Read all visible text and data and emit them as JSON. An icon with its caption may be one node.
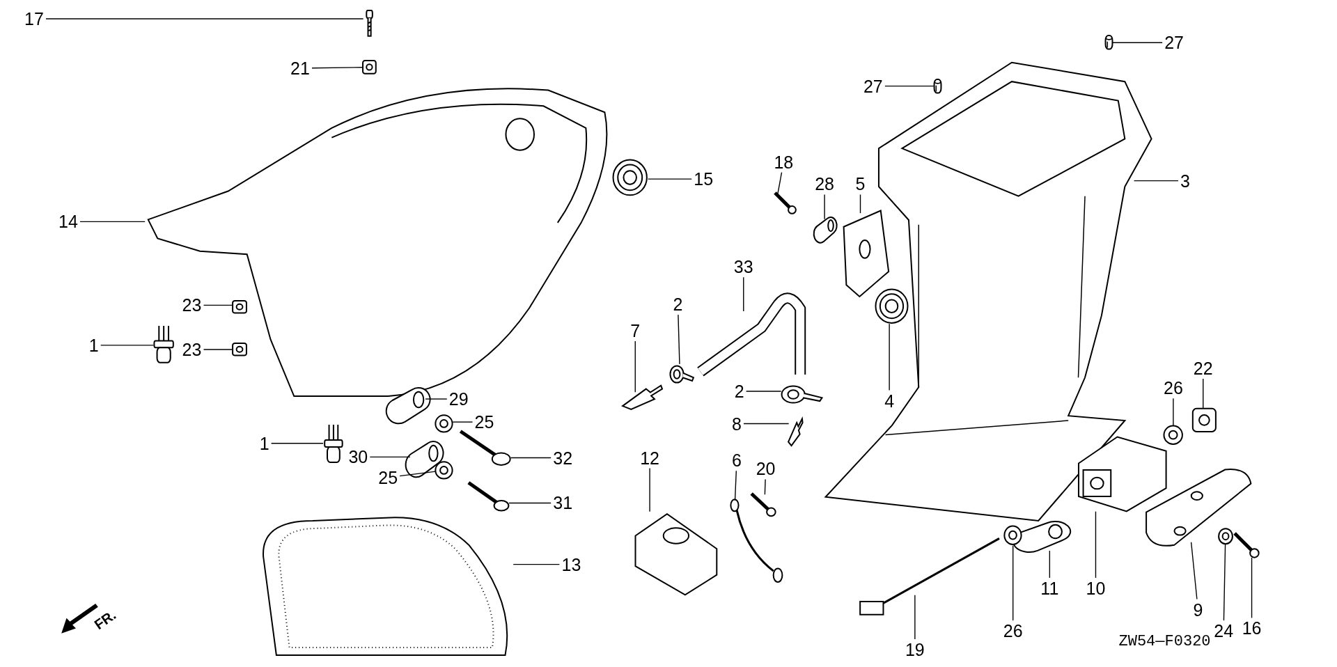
{
  "diagram": {
    "nodes": [
      {
        "text": [
          "17"
        ]
      },
      {
        "text": [],
        "shape": "picture"
      },
      {
        "text": [
          "27"
        ]
      },
      {
        "text": [],
        "shape": "picture"
      },
      {
        "text": [
          "21"
        ]
      },
      {
        "text": [],
        "shape": "picture"
      },
      {
        "text": [
          "27"
        ]
      },
      {
        "text": [],
        "shape": "picture"
      },
      {
        "text": [
          "15"
        ]
      },
      {
        "text": [],
        "shape": "picture"
      },
      {
        "text": [
          "3"
        ]
      },
      {
        "text": [],
        "shape": "picture"
      },
      {
        "text": [
          "14"
        ]
      },
      {
        "text": [],
        "shape": "picture"
      },
      {
        "text": [
          "18"
        ]
      },
      {
        "text": [],
        "shape": "picture"
      },
      {
        "text": [
          "28"
        ]
      },
      {
        "text": [],
        "shape": "picture"
      },
      {
        "text": [
          "5"
        ]
      },
      {
        "text": [],
        "shape": "picture"
      },
      {
        "text": [
          "33"
        ]
      },
      {
        "text": [],
        "shape": "picture"
      },
      {
        "text": [
          "23"
        ]
      },
      {
        "text": [],
        "shape": "picture"
      },
      {
        "text": [
          "2"
        ]
      },
      {
        "text": [],
        "shape": "picture"
      },
      {
        "text": [
          "7"
        ]
      },
      {
        "text": [],
        "shape": "picture"
      },
      {
        "text": [
          "1"
        ]
      },
      {
        "text": [],
        "shape": "picture"
      },
      {
        "text": [
          "23"
        ]
      },
      {
        "text": [],
        "shape": "picture"
      },
      {
        "text": [
          "4"
        ]
      },
      {
        "text": [],
        "shape": "picture"
      },
      {
        "text": [
          "26"
        ]
      },
      {
        "text": [],
        "shape": "picture"
      },
      {
        "text": [
          "22"
        ]
      },
      {
        "text": [],
        "shape": "picture"
      },
      {
        "text": [
          "2"
        ]
      },
      {
        "text": [],
        "shape": "picture"
      },
      {
        "text": [
          "29"
        ]
      },
      {
        "text": [],
        "shape": "picture"
      },
      {
        "text": [
          "25"
        ]
      },
      {
        "text": [],
        "shape": "picture"
      },
      {
        "text": [
          "8"
        ]
      },
      {
        "text": [],
        "shape": "picture"
      },
      {
        "text": [
          "1"
        ]
      },
      {
        "text": [],
        "shape": "picture"
      },
      {
        "text": [
          "30"
        ]
      },
      {
        "text": [],
        "shape": "picture"
      },
      {
        "text": [
          "32"
        ]
      },
      {
        "text": [],
        "shape": "picture"
      },
      {
        "text": [
          "12"
        ]
      },
      {
        "text": [],
        "shape": "picture"
      },
      {
        "text": [
          "6"
        ]
      },
      {
        "text": [],
        "shape": "picture"
      },
      {
        "text": [
          "20"
        ]
      },
      {
        "text": [],
        "shape": "picture"
      },
      {
        "text": [
          "25"
        ]
      },
      {
        "text": [],
        "shape": "picture"
      },
      {
        "text": [
          "31"
        ]
      },
      {
        "text": [],
        "shape": "picture"
      },
      {
        "text": [
          "13"
        ]
      },
      {
        "text": [],
        "shape": "picture"
      },
      {
        "text": [
          "10"
        ]
      },
      {
        "text": [],
        "shape": "picture"
      },
      {
        "text": [
          "11"
        ]
      },
      {
        "text": [],
        "shape": "picture"
      },
      {
        "text": [
          "26"
        ]
      },
      {
        "text": [],
        "shape": "picture"
      },
      {
        "text": [
          "9"
        ]
      },
      {
        "text": [],
        "shape": "picture"
      },
      {
        "text": [
          "24"
        ]
      },
      {
        "text": [],
        "shape": "picture"
      },
      {
        "text": [
          "16"
        ]
      },
      {
        "text": [],
        "shape": "picture"
      },
      {
        "text": [
          "19"
        ]
      },
      {
        "text": [],
        "shape": "picture"
      }
    ],
    "edges": [
      {
        "from": 0,
        "to": 1,
        "arrow": "none"
      },
      {
        "from": 2,
        "to": 3,
        "arrow": "none"
      },
      {
        "from": 4,
        "to": 5,
        "arrow": "none"
      },
      {
        "from": 6,
        "to": 7,
        "arrow": "none"
      },
      {
        "from": 8,
        "to": 9,
        "arrow": "none"
      },
      {
        "from": 10,
        "to": 11,
        "arrow": "none"
      },
      {
        "from": 12,
        "to": 13,
        "arrow": "none"
      },
      {
        "from": 14,
        "to": 15,
        "arrow": "none"
      },
      {
        "from": 16,
        "to": 17,
        "arrow": "none"
      },
      {
        "from": 18,
        "to": 19,
        "arrow": "none"
      },
      {
        "from": 20,
        "to": 21,
        "arrow": "none"
      },
      {
        "from": 22,
        "to": 23,
        "arrow": "none"
      },
      {
        "from": 24,
        "to": 25,
        "arrow": "none"
      },
      {
        "from": 26,
        "to": 27,
        "arrow": "none"
      },
      {
        "from": 28,
        "to": 29,
        "arrow": "none"
      },
      {
        "from": 30,
        "to": 31,
        "arrow": "none"
      },
      {
        "from": 32,
        "to": 33,
        "arrow": "none"
      },
      {
        "from": 34,
        "to": 35,
        "arrow": "none"
      },
      {
        "from": 36,
        "to": 37,
        "arrow": "none"
      },
      {
        "from": 38,
        "to": 39,
        "arrow": "none"
      },
      {
        "from": 40,
        "to": 41,
        "arrow": "none"
      },
      {
        "from": 42,
        "to": 43,
        "arrow": "none"
      },
      {
        "from": 44,
        "to": 45,
        "arrow": "none"
      },
      {
        "from": 46,
        "to": 47,
        "arrow": "none"
      },
      {
        "from": 48,
        "to": 49,
        "arrow": "none"
      },
      {
        "from": 50,
        "to": 51,
        "arrow": "none"
      },
      {
        "from": 52,
        "to": 53,
        "arrow": "none"
      },
      {
        "from": 54,
        "to": 55,
        "arrow": "none"
      },
      {
        "from": 56,
        "to": 57,
        "arrow": "none"
      },
      {
        "from": 58,
        "to": 59,
        "arrow": "none"
      },
      {
        "from": 60,
        "to": 61,
        "arrow": "none"
      },
      {
        "from": 62,
        "to": 63,
        "arrow": "none"
      },
      {
        "from": 64,
        "to": 65,
        "arrow": "none"
      },
      {
        "from": 66,
        "to": 67,
        "arrow": "none"
      },
      {
        "from": 68,
        "to": 69,
        "arrow": "none"
      },
      {
        "from": 70,
        "to": 71,
        "arrow": "none"
      },
      {
        "from": 72,
        "to": 73,
        "arrow": "none"
      },
      {
        "from": 74,
        "to": 75,
        "arrow": "none"
      },
      {
        "from": 76,
        "to": 77,
        "arrow": "none"
      }
    ],
    "labels": [
      "FR.",
      "ZW54—F0320"
    ]
  }
}
